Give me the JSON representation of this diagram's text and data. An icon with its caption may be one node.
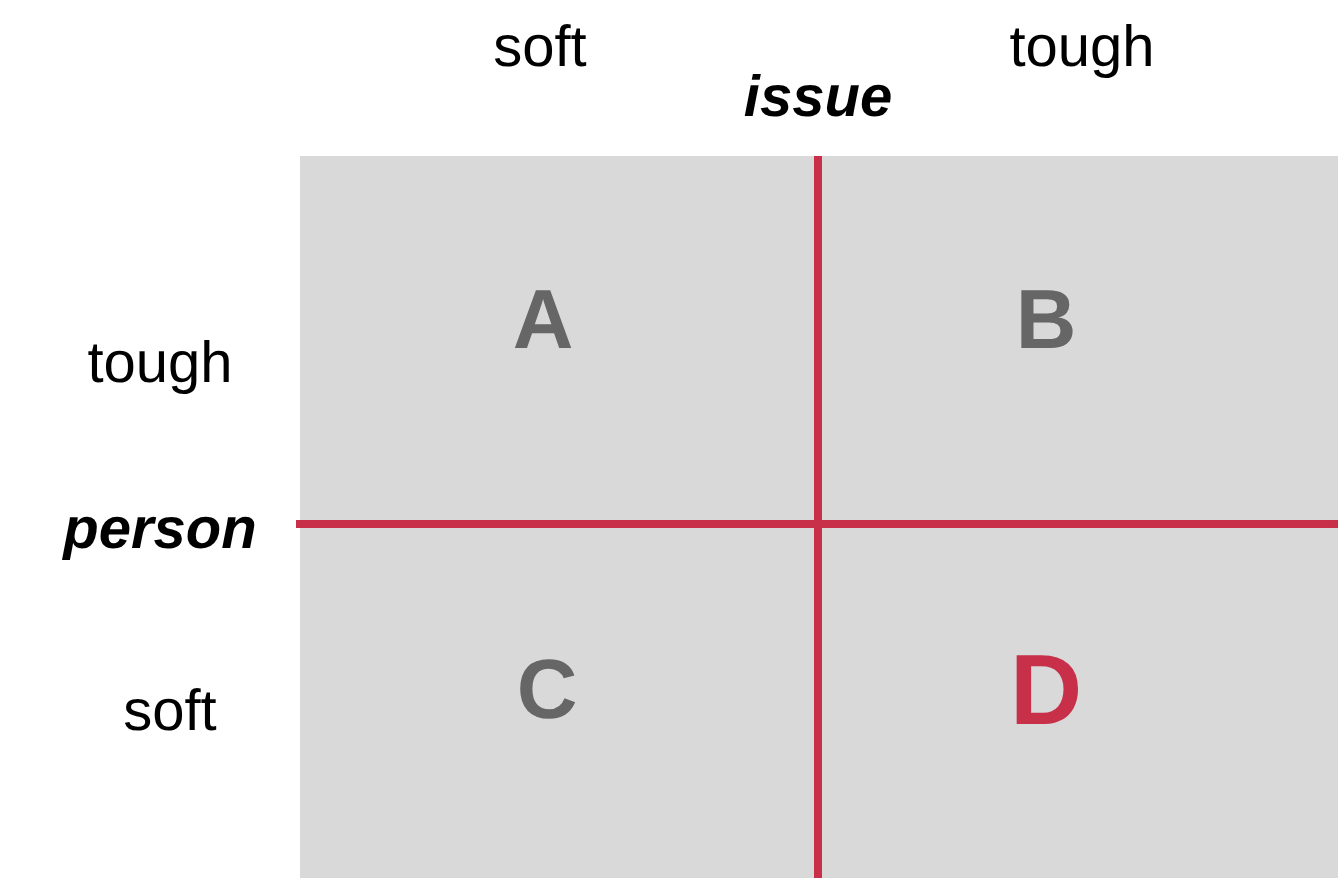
{
  "diagram": {
    "nodes": [
      {
        "text": [
          "A"
        ]
      },
      {
        "text": [
          "B"
        ]
      },
      {
        "text": [
          "C"
        ]
      },
      {
        "text": [
          "D"
        ]
      }
    ],
    "labels": [
      "soft",
      "tough",
      "issue",
      "tough",
      "person",
      "soft"
    ]
  }
}
